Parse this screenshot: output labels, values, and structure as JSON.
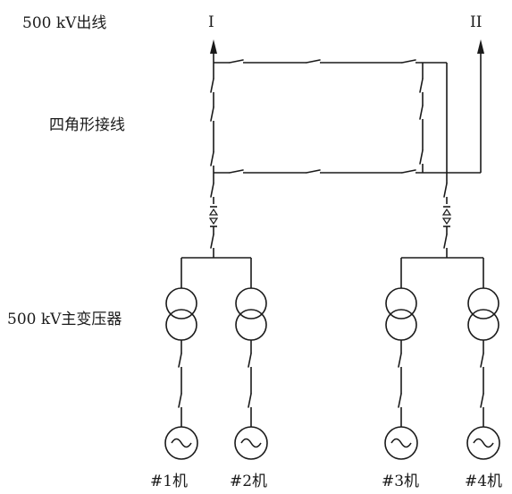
{
  "labels": {
    "outgoing_lines": "500 kV出线",
    "four_corner_connection": "四角形接线",
    "main_transformers": "500 kV主变压器"
  },
  "line_numerals": {
    "line_1": "I",
    "line_2": "II"
  },
  "generators": [
    "#1机",
    "#2机",
    "#3机",
    "#4机"
  ]
}
